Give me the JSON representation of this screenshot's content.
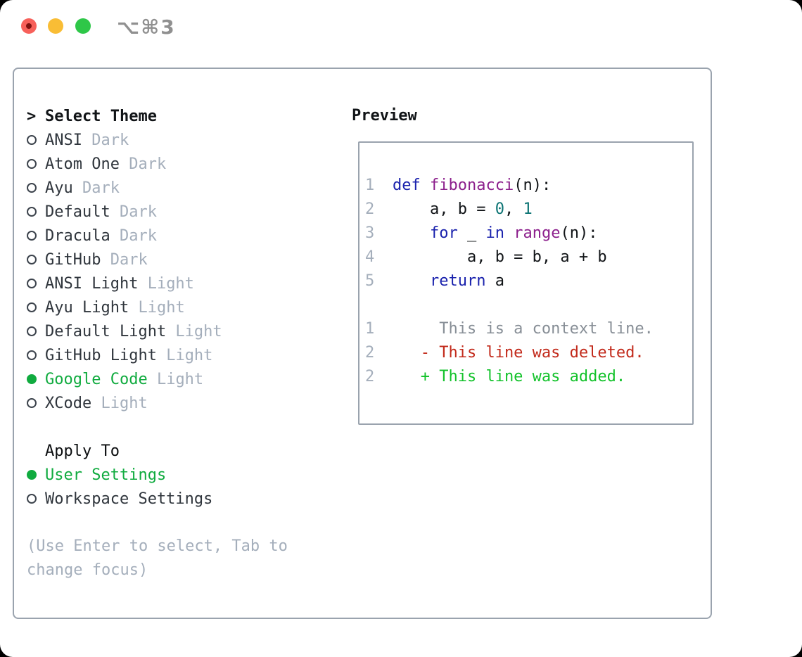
{
  "window": {
    "shortcut_label": "⌥⌘3",
    "traffic_lights": [
      "close",
      "minimize",
      "zoom"
    ]
  },
  "theme_list": {
    "header_prefix": ">",
    "header": "Select Theme",
    "items": [
      {
        "name": "ANSI",
        "variant": "Dark",
        "selected": false
      },
      {
        "name": "Atom One",
        "variant": "Dark",
        "selected": false
      },
      {
        "name": "Ayu",
        "variant": "Dark",
        "selected": false
      },
      {
        "name": "Default",
        "variant": "Dark",
        "selected": false
      },
      {
        "name": "Dracula",
        "variant": "Dark",
        "selected": false
      },
      {
        "name": "GitHub",
        "variant": "Dark",
        "selected": false
      },
      {
        "name": "ANSI Light",
        "variant": "Light",
        "selected": false
      },
      {
        "name": "Ayu Light",
        "variant": "Light",
        "selected": false
      },
      {
        "name": "Default Light",
        "variant": "Light",
        "selected": false
      },
      {
        "name": "GitHub Light",
        "variant": "Light",
        "selected": false
      },
      {
        "name": "Google Code",
        "variant": "Light",
        "selected": true
      },
      {
        "name": "XCode",
        "variant": "Light",
        "selected": false
      }
    ]
  },
  "apply_to": {
    "header": "Apply To",
    "options": [
      {
        "label": "User Settings",
        "selected": true
      },
      {
        "label": "Workspace Settings",
        "selected": false
      }
    ]
  },
  "help_text": "(Use Enter to select, Tab to change focus)",
  "preview": {
    "header": "Preview",
    "lines": [
      {
        "num": "1",
        "segments": [
          {
            "t": "def",
            "c": "keyword"
          },
          {
            "t": " ",
            "c": "plain"
          },
          {
            "t": "fibonacci",
            "c": "function"
          },
          {
            "t": "(n):",
            "c": "plain"
          }
        ]
      },
      {
        "num": "2",
        "segments": [
          {
            "t": "    a, b = ",
            "c": "plain"
          },
          {
            "t": "0",
            "c": "number"
          },
          {
            "t": ", ",
            "c": "plain"
          },
          {
            "t": "1",
            "c": "number"
          }
        ]
      },
      {
        "num": "3",
        "segments": [
          {
            "t": "    ",
            "c": "plain"
          },
          {
            "t": "for",
            "c": "keyword"
          },
          {
            "t": " _ ",
            "c": "plain"
          },
          {
            "t": "in",
            "c": "keyword"
          },
          {
            "t": " ",
            "c": "plain"
          },
          {
            "t": "range",
            "c": "function"
          },
          {
            "t": "(n):",
            "c": "plain"
          }
        ]
      },
      {
        "num": "4",
        "segments": [
          {
            "t": "        a, b = b, a + b",
            "c": "plain"
          }
        ]
      },
      {
        "num": "5",
        "segments": [
          {
            "t": "    ",
            "c": "plain"
          },
          {
            "t": "return",
            "c": "keyword"
          },
          {
            "t": " a",
            "c": "plain"
          }
        ]
      },
      {
        "num": "",
        "segments": []
      },
      {
        "num": "1",
        "segments": [
          {
            "t": "     This is a context line.",
            "c": "context"
          }
        ]
      },
      {
        "num": "2",
        "segments": [
          {
            "t": "   - This line was deleted.",
            "c": "deleted"
          }
        ]
      },
      {
        "num": "2",
        "segments": [
          {
            "t": "   + This line was added.",
            "c": "added"
          }
        ]
      }
    ]
  },
  "colors": {
    "selection_green": "#10ab3f",
    "keyword_blue": "#1a22ad",
    "function_purple": "#8c1f8c",
    "number_teal": "#0e7575",
    "diff_context_gray": "#878e96",
    "diff_deleted_red": "#c2291a",
    "diff_added_green": "#12c22a",
    "muted_gray": "#a4aebb",
    "text_dark": "#2f353c",
    "border_gray": "#9aa3ae",
    "traffic_red": "#f7605a",
    "traffic_yellow": "#f9bd35",
    "traffic_green": "#2ec748"
  }
}
